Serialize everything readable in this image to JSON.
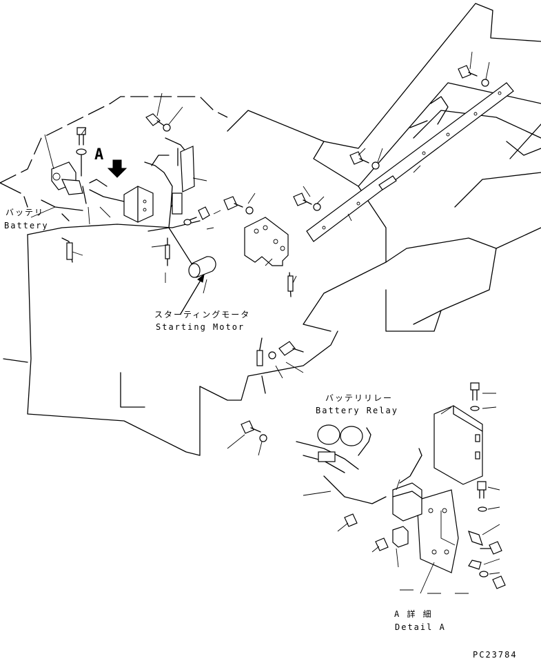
{
  "labels": {
    "battery_jp": "バッテリ",
    "battery_en": "Battery",
    "starting_motor_jp": "スターティングモータ",
    "starting_motor_en": "Starting Motor",
    "battery_relay_jp": "バッテリリレー",
    "battery_relay_en": "Battery Relay",
    "detail_marker": "A",
    "detail_title_jp": "A 詳 細",
    "detail_title_en": "Detail A",
    "drawing_number": "PC23784"
  },
  "colors": {
    "line": "#000000",
    "background": "#ffffff"
  }
}
